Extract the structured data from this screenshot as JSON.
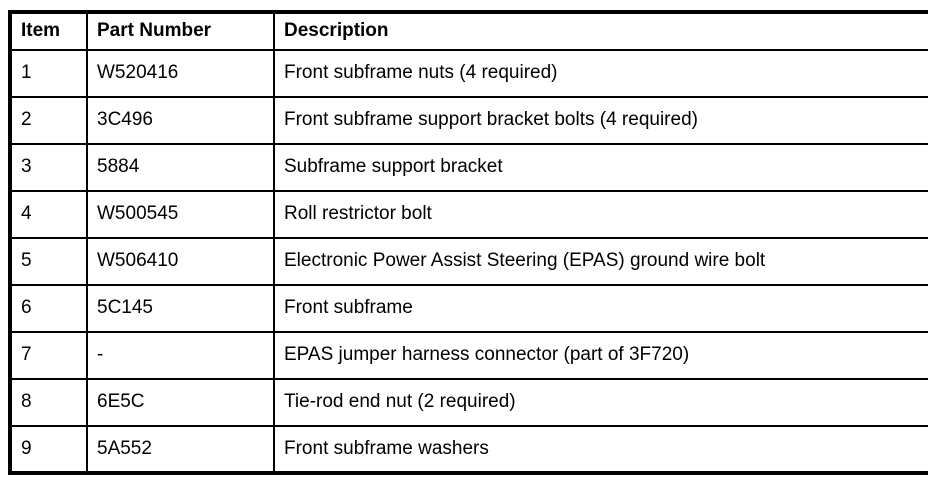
{
  "table": {
    "columns": {
      "item": "Item",
      "part_number": "Part Number",
      "description": "Description"
    },
    "rows": [
      {
        "item": "1",
        "part_number": "W520416",
        "description": "Front subframe nuts (4 required)"
      },
      {
        "item": "2",
        "part_number": "3C496",
        "description": "Front subframe support bracket bolts (4 required)"
      },
      {
        "item": "3",
        "part_number": "5884",
        "description": "Subframe support bracket"
      },
      {
        "item": "4",
        "part_number": "W500545",
        "description": "Roll restrictor bolt"
      },
      {
        "item": "5",
        "part_number": "W506410",
        "description": "Electronic Power Assist Steering (EPAS) ground wire bolt"
      },
      {
        "item": "6",
        "part_number": "5C145",
        "description": "Front subframe"
      },
      {
        "item": "7",
        "part_number": "-",
        "description": "EPAS jumper harness connector (part of 3F720)"
      },
      {
        "item": "8",
        "part_number": "6E5C",
        "description": "Tie-rod end nut (2 required)"
      },
      {
        "item": "9",
        "part_number": "5A552",
        "description": "Front subframe washers"
      }
    ],
    "border_color": "#000000",
    "background_color": "#ffffff"
  }
}
